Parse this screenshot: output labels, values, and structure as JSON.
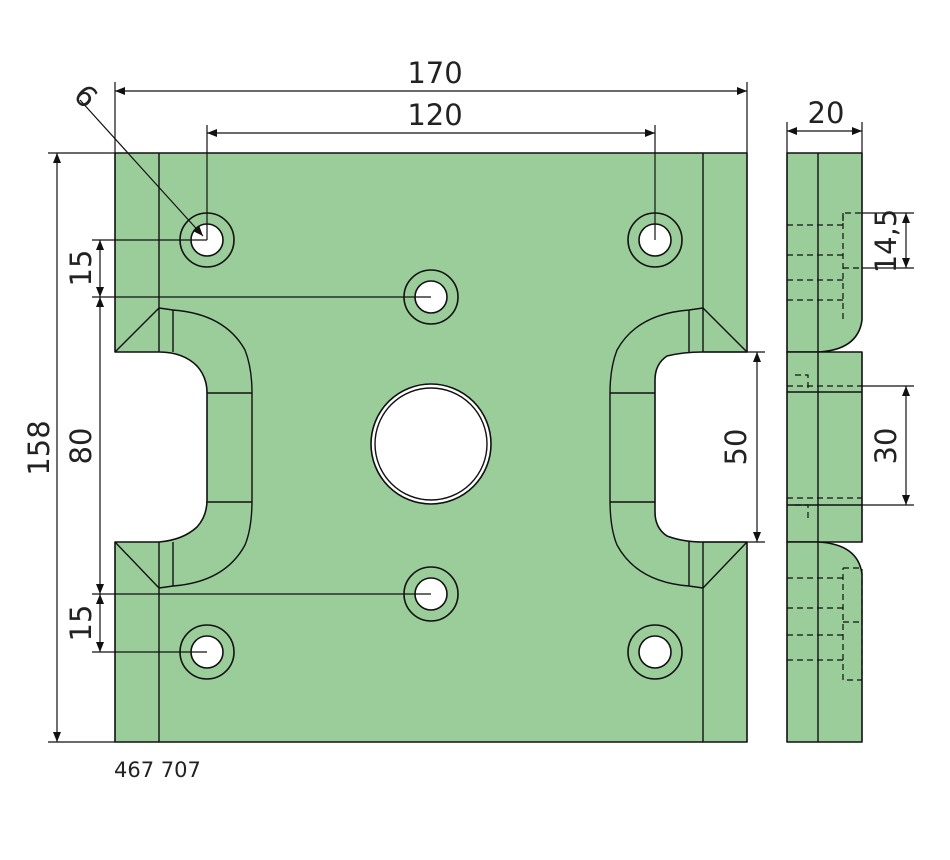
{
  "dimensions": {
    "overall_width": "170",
    "hole_spacing": "120",
    "hole_diameter": "9",
    "height": "158",
    "top_offset": "15",
    "middle_span": "80",
    "bottom_offset": "15",
    "slot_height": "50",
    "thickness": "20",
    "side_detail": "14,5",
    "side_span": "30"
  },
  "part_number": "467 707",
  "colors": {
    "part_fill": "#9acd9a",
    "line": "#111111"
  }
}
